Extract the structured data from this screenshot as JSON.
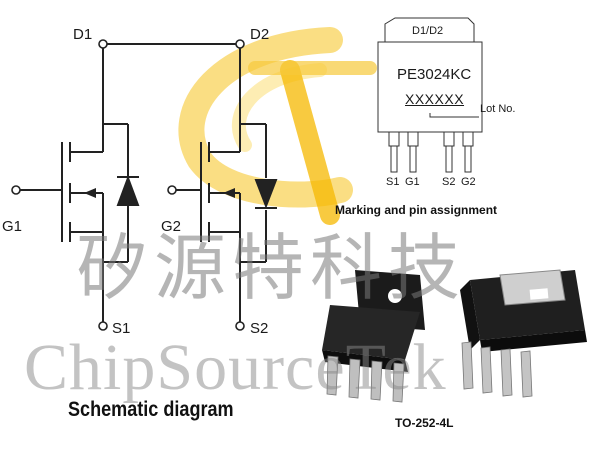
{
  "schematic": {
    "pins": {
      "d1": "D1",
      "d2": "D2",
      "g1": "G1",
      "g2": "G2",
      "s1": "S1",
      "s2": "S2"
    },
    "caption": "Schematic diagram"
  },
  "package_marking": {
    "tab_label": "D1/D2",
    "part_number": "PE3024KC",
    "code": "XXXXXX",
    "lot_label": "Lot No.",
    "pins": [
      "S1",
      "G1",
      "S2",
      "G2"
    ],
    "caption": "Marking and pin assignment"
  },
  "package_photo": {
    "caption": "TO-252-4L"
  },
  "watermark": {
    "chinese": "矽源特科技",
    "english": "ChipSourceTek",
    "logo_colors": [
      "#f5b800",
      "#fde9a0"
    ]
  },
  "colors": {
    "line": "#222222",
    "package_body": "#1e1e1e",
    "package_metal": "#c8c8c8"
  }
}
